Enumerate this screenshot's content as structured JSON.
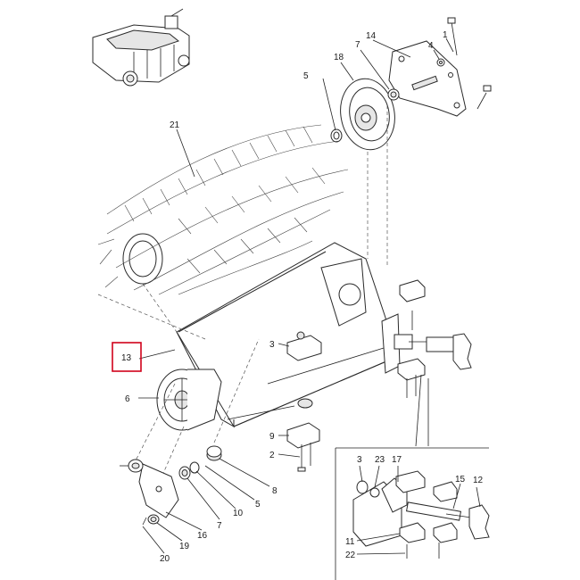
{
  "callouts": {
    "c1": "1",
    "c4": "4",
    "c14": "14",
    "c7a": "7",
    "c18": "18",
    "c5a": "5",
    "c21": "21",
    "c13": "13",
    "c6": "6",
    "c3a": "3",
    "c9": "9",
    "c2": "2",
    "c8": "8",
    "c5b": "5",
    "c10": "10",
    "c7b": "7",
    "c16": "16",
    "c19": "19",
    "c20": "20",
    "c3b": "3",
    "c23": "23",
    "c17": "17",
    "c15": "15",
    "c12": "12",
    "c11": "11",
    "c22": "22"
  },
  "highlight": {
    "label": "13",
    "color": "#d0021b"
  }
}
